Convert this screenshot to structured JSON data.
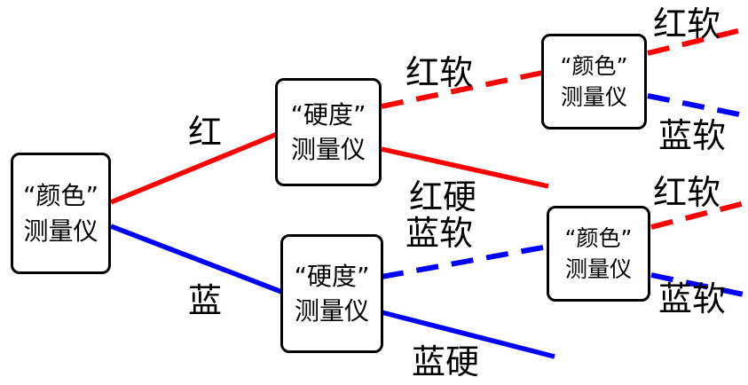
{
  "diagram": {
    "title_hint": "color-hardness measurement tree",
    "colors": {
      "red": "#ff0000",
      "blue": "#0000ff"
    },
    "boxes": {
      "color_left": {
        "line1": "“颜色”",
        "line2": "测量仪"
      },
      "hardness_top": {
        "line1": "“硬度”",
        "line2": "测量仪"
      },
      "hardness_bottom": {
        "line1": "“硬度”",
        "line2": "测量仪"
      },
      "color_top_right": {
        "line1": "“颜色”",
        "line2": "测量仪"
      },
      "color_bottom_right": {
        "line1": "“颜色”",
        "line2": "测量仪"
      }
    },
    "labels": {
      "red": "红",
      "blue": "蓝",
      "red_soft_mid": "红软",
      "red_hard": "红硬",
      "blue_soft_mid": "蓝软",
      "blue_hard": "蓝硬",
      "red_soft_top": "红软",
      "blue_soft_top": "蓝软",
      "red_soft_bottom": "红软",
      "blue_soft_bottom": "蓝软"
    }
  }
}
